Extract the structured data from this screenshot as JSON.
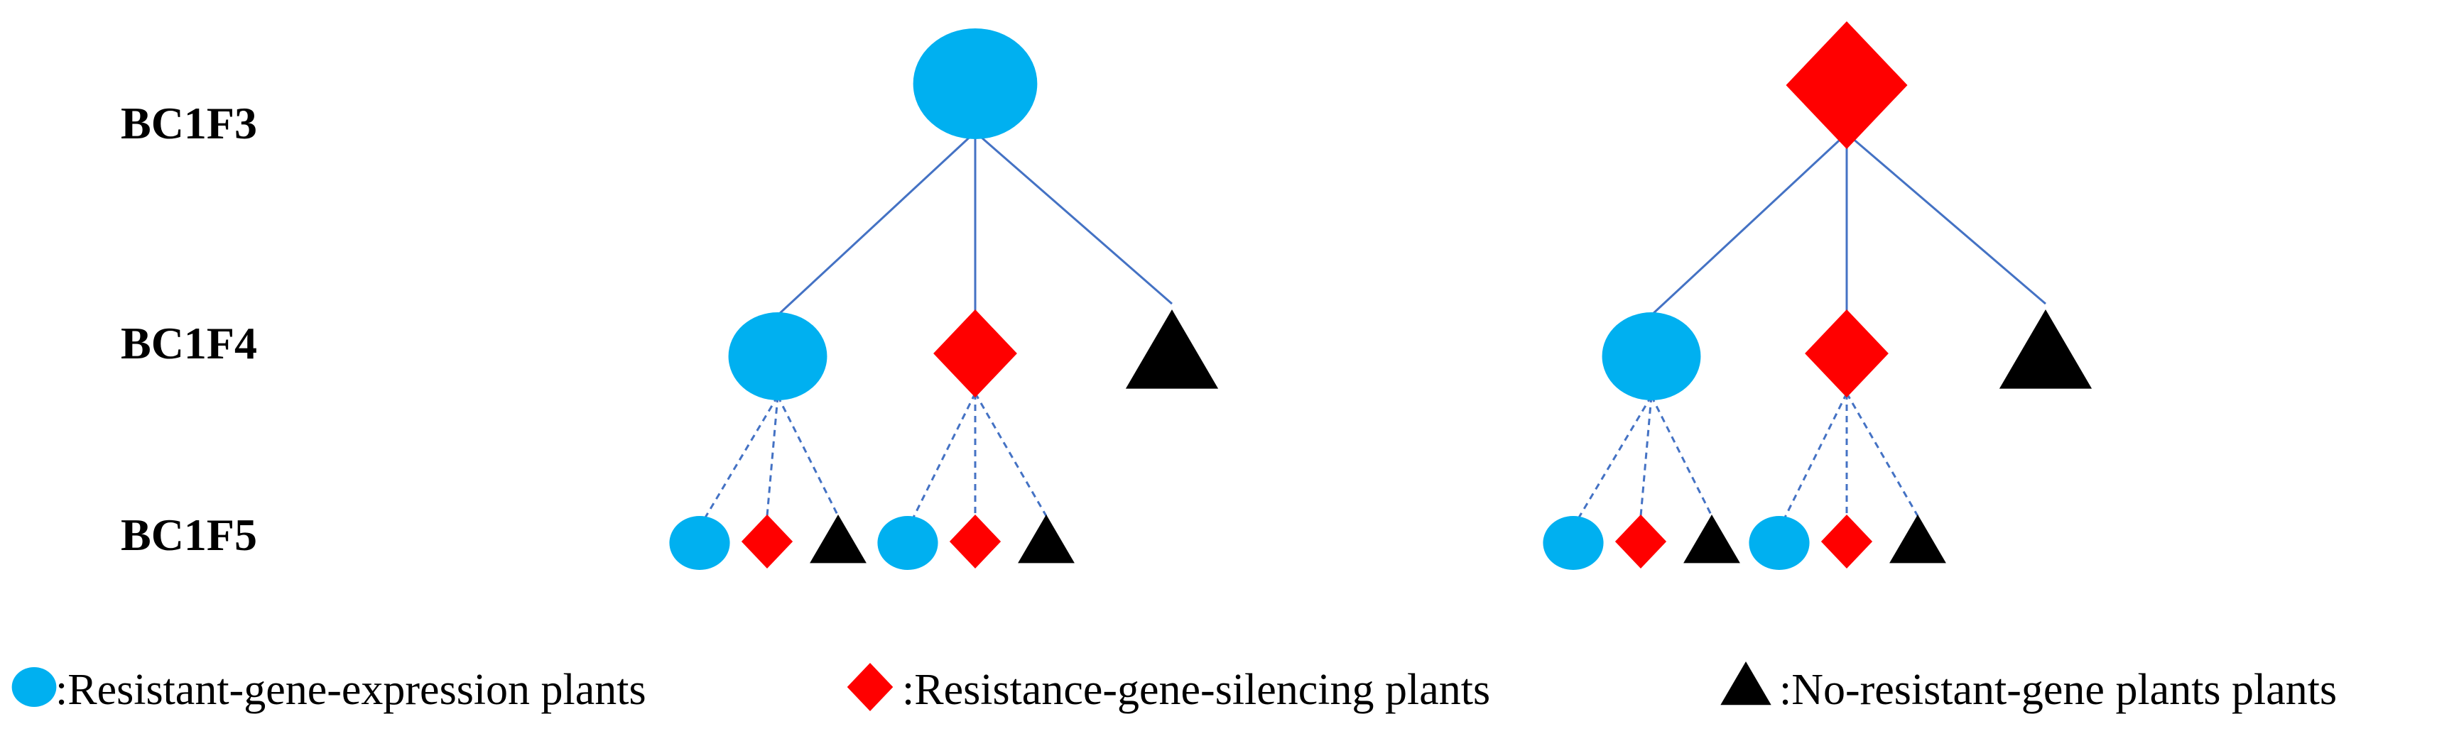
{
  "generations": [
    "BC1F3",
    "BC1F4",
    "BC1F5"
  ],
  "colors": {
    "circle": "#00b0f0",
    "diamond": "#ff0000",
    "triangle": "#000000",
    "solid_line": "#4472c4",
    "dashed_line": "#4472c4"
  },
  "icons": {
    "circle": "resistant-gene-expression-plant-circle-icon",
    "diamond": "resistance-gene-silencing-plant-diamond-icon",
    "triangle": "no-resistant-gene-plant-triangle-icon"
  },
  "legend": [
    {
      "shape": "circle",
      "label": ":Resistant-gene-expression plants"
    },
    {
      "shape": "diamond",
      "label": ":Resistance-gene-silencing  plants"
    },
    {
      "shape": "triangle",
      "label": ":No-resistant-gene plants plants"
    }
  ],
  "trees": [
    {
      "root": "circle",
      "children": [
        {
          "shape": "circle",
          "offspring": [
            "circle",
            "diamond",
            "triangle"
          ]
        },
        {
          "shape": "diamond",
          "offspring": [
            "circle",
            "diamond",
            "triangle"
          ]
        },
        {
          "shape": "triangle",
          "offspring": []
        }
      ]
    },
    {
      "root": "diamond",
      "children": [
        {
          "shape": "circle",
          "offspring": [
            "circle",
            "diamond",
            "triangle"
          ]
        },
        {
          "shape": "diamond",
          "offspring": [
            "circle",
            "diamond",
            "triangle"
          ]
        },
        {
          "shape": "triangle",
          "offspring": []
        }
      ]
    }
  ]
}
